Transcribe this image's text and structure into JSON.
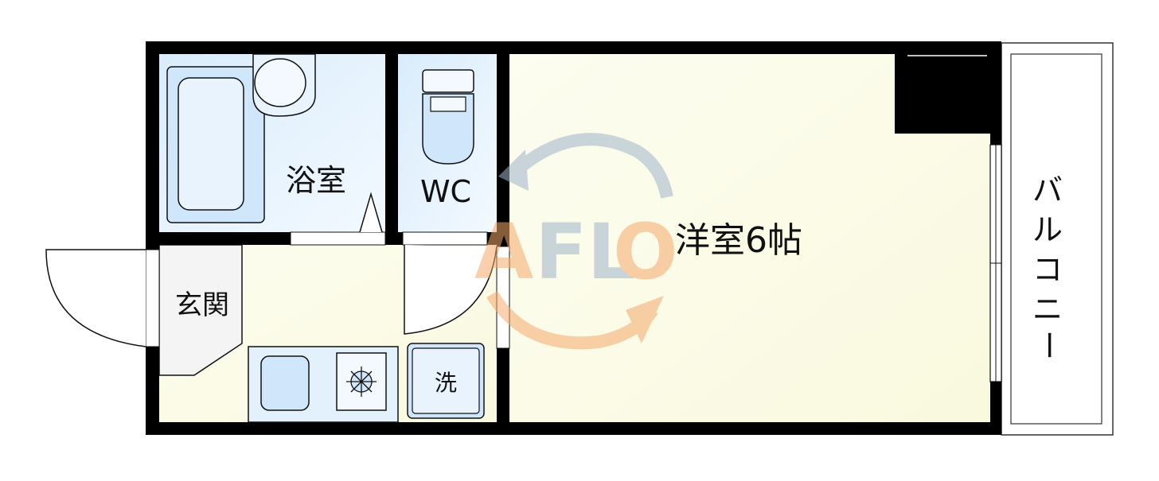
{
  "rooms": {
    "bathroom": "浴室",
    "toilet": "WC",
    "western_room": "洋室6帖",
    "entrance": "玄関",
    "washer": "洗",
    "balcony_chars": [
      "バ",
      "ル",
      "コ",
      "ニ",
      "ー"
    ]
  },
  "watermark": {
    "text": "AFLO",
    "colors": [
      "#f5a96b",
      "#9fb4c9"
    ]
  },
  "colors": {
    "wall": "#000000",
    "wet_area": "#e3f1fd",
    "floor": "#fbfbe6",
    "appliance": "#cfe6fb"
  }
}
